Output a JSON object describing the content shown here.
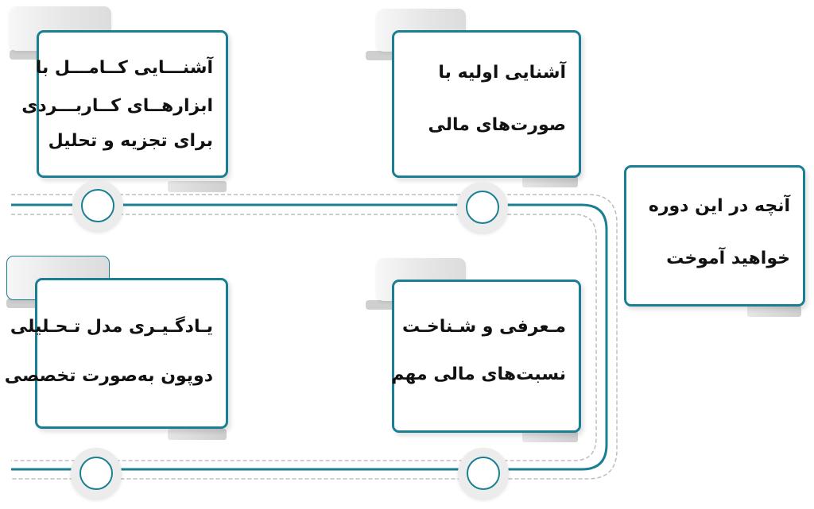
{
  "diagram": {
    "accent_color": "#1b7f93",
    "title_card": {
      "lines": [
        "آنچه در این دوره",
        "خواهید آموخت"
      ]
    },
    "cards": [
      {
        "id": "card-1",
        "lines": [
          "آشنایی اولیه با",
          "صورت‌های مالی"
        ]
      },
      {
        "id": "card-2",
        "lines": [
          "آشنـــایی کــامـــل با",
          "ابزارهــای کــاربـــردی",
          "برای تجزیه و تحلیل"
        ]
      },
      {
        "id": "card-3",
        "lines": [
          "مـعرفی و شـناخـت",
          "نسبت‌های مالی مهم"
        ]
      },
      {
        "id": "card-4",
        "lines": [
          "یـادگـیـری مدل تـحـلیلی",
          "دوپون به‌صورت تخصصی"
        ]
      }
    ]
  }
}
